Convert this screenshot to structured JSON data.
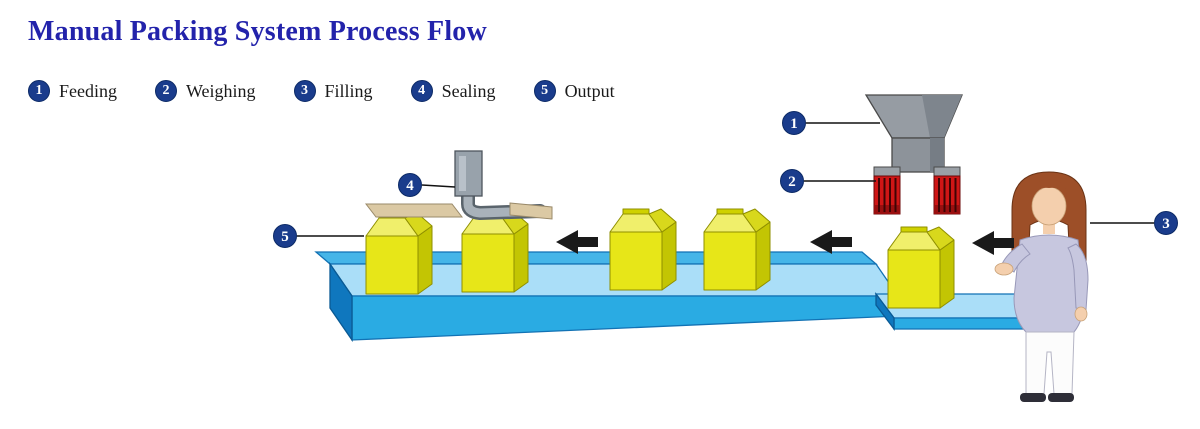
{
  "title": "Manual Packing System Process Flow",
  "legend": {
    "items": [
      {
        "number": "1",
        "label": "Feeding"
      },
      {
        "number": "2",
        "label": "Weighing"
      },
      {
        "number": "3",
        "label": "Filling"
      },
      {
        "number": "4",
        "label": "Sealing"
      },
      {
        "number": "5",
        "label": "Output"
      }
    ]
  },
  "callouts": [
    {
      "number": "1",
      "points_to": "feeding-hopper"
    },
    {
      "number": "2",
      "points_to": "weighing-heads"
    },
    {
      "number": "3",
      "points_to": "operator"
    },
    {
      "number": "4",
      "points_to": "sealing-machine"
    },
    {
      "number": "5",
      "points_to": "output-carton"
    }
  ],
  "scene": {
    "packages_visible": 5,
    "flow_arrows": 3,
    "flow_direction": "left"
  },
  "colors": {
    "title_text": "#2323ab",
    "badge_fill": "#1a3c8c",
    "badge_text": "#ffffff",
    "legend_text": "#1a1a1a",
    "conveyor_top": "#aadef8",
    "conveyor_front": "#2aabe3",
    "conveyor_shadow": "#0f77be",
    "carton_front": "#e7e618",
    "carton_side": "#c3c503",
    "carton_top": "#f0ef6b",
    "hopper_gray": "#969ca3",
    "weigher_red": "#cf1616",
    "arrow_black": "#1a1a1a",
    "plank_tan": "#dbc9a4",
    "shirt_lavender": "#c7c7df",
    "hair_brown": "#9d4f28",
    "skin": "#f4cfad"
  }
}
